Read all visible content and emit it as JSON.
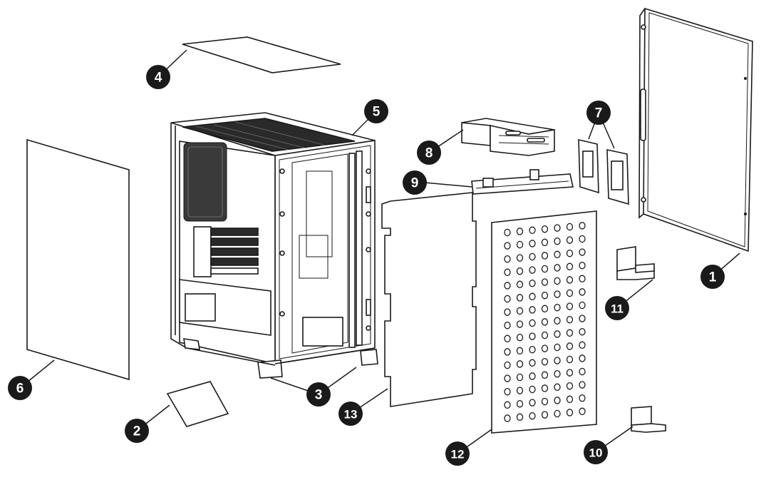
{
  "callouts": [
    {
      "id": "c1",
      "label": "1"
    },
    {
      "id": "c2",
      "label": "2"
    },
    {
      "id": "c3",
      "label": "3"
    },
    {
      "id": "c4",
      "label": "4"
    },
    {
      "id": "c5",
      "label": "5"
    },
    {
      "id": "c6",
      "label": "6"
    },
    {
      "id": "c7",
      "label": "7"
    },
    {
      "id": "c8",
      "label": "8"
    },
    {
      "id": "c9",
      "label": "9"
    },
    {
      "id": "c10",
      "label": "10"
    },
    {
      "id": "c11",
      "label": "11"
    },
    {
      "id": "c12",
      "label": "12"
    },
    {
      "id": "c13",
      "label": "13"
    }
  ],
  "colors": {
    "ink": "#1a1a1a",
    "background": "#ffffff"
  }
}
